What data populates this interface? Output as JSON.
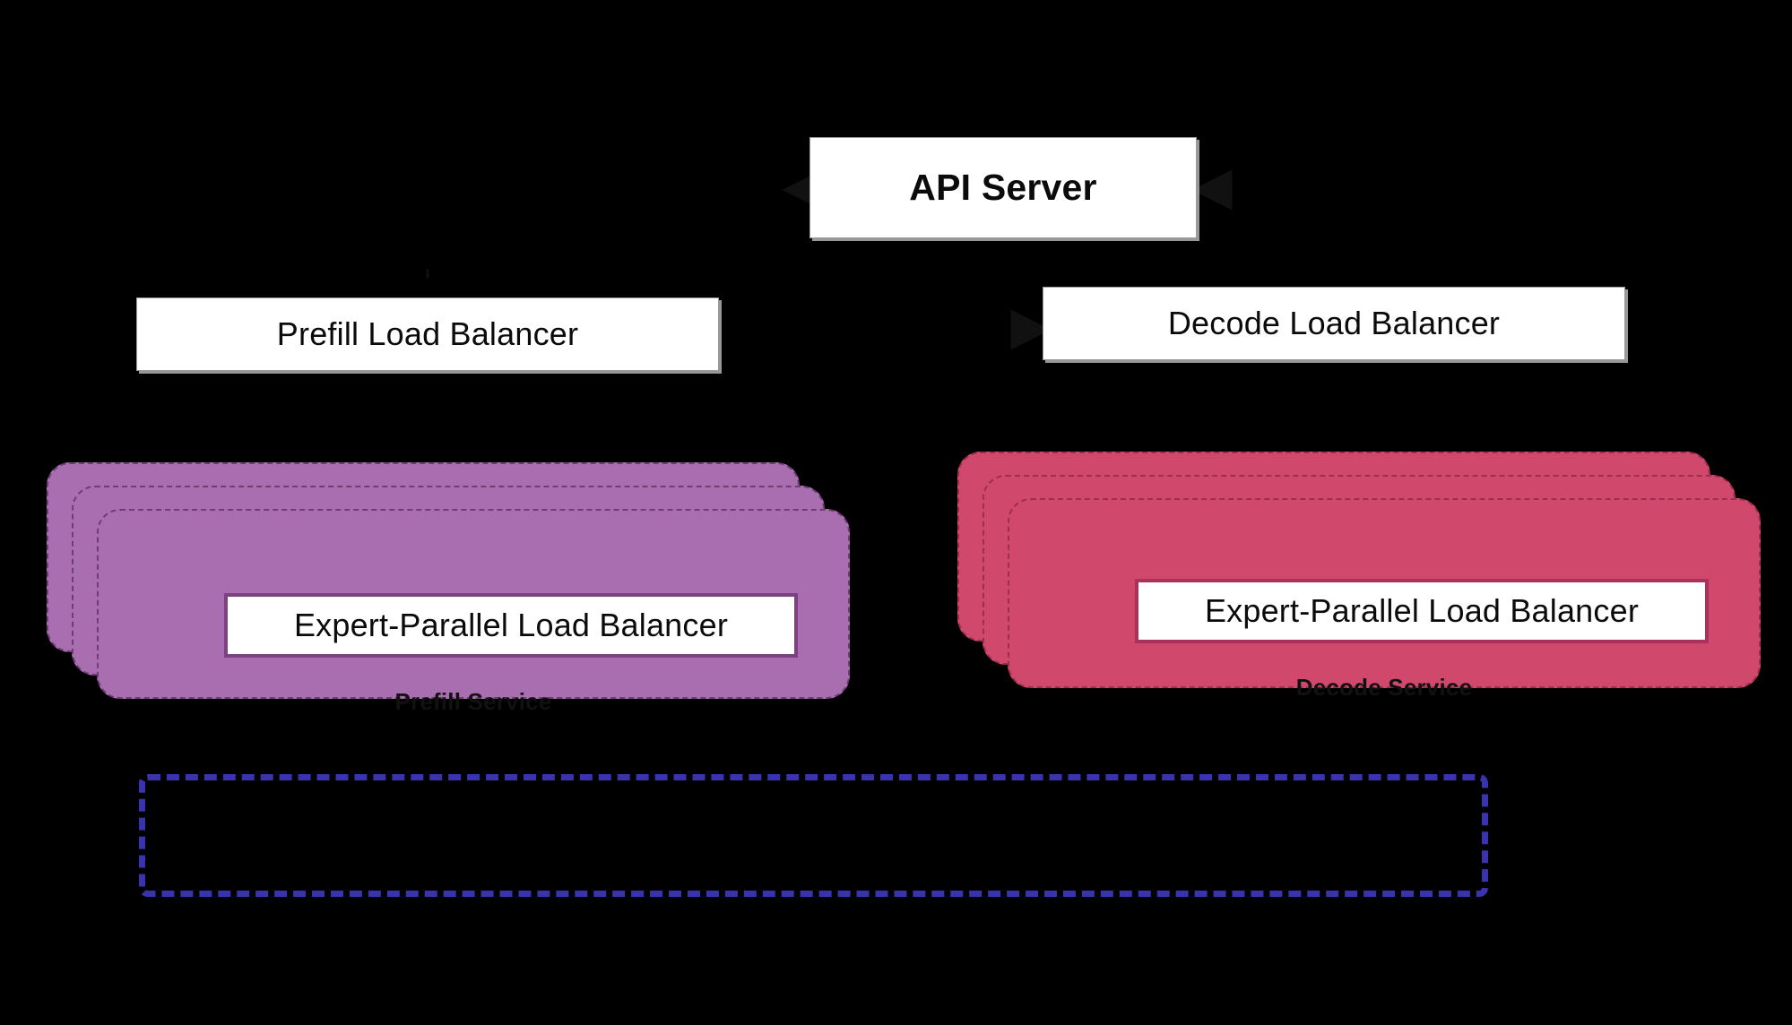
{
  "diagram": {
    "background_color": "#000000",
    "title_none": "",
    "nodes": {
      "api_server": {
        "label": "API Server"
      },
      "prefill_load_balancer": {
        "label": "Prefill Load Balancer"
      },
      "decode_load_balancer": {
        "label": "Decode Load Balancer"
      },
      "prefill_service": {
        "service_label": "Prefill Service",
        "inner_label": "Expert-Parallel Load Balancer",
        "replica_count": 3,
        "fill_color": "#a96eb0",
        "border_color": "#6f3d75"
      },
      "decode_service": {
        "service_label": "Decode Service",
        "inner_label": "Expert-Parallel Load Balancer",
        "replica_count": 3,
        "fill_color": "#d0496c",
        "border_color": "#9b2f4c"
      },
      "bottom_group": {
        "label": "",
        "border_color": "#3a33b0"
      }
    },
    "edges": [
      {
        "name": "api-server-to-prefill-load-balancer",
        "from": "api_server",
        "to": "prefill_load_balancer",
        "label": ""
      },
      {
        "name": "api-server-to-decode-load-balancer",
        "from": "api_server",
        "to": "decode_load_balancer",
        "label": ""
      },
      {
        "name": "prefill-load-balancer-to-prefill-service",
        "from": "prefill_load_balancer",
        "to": "prefill_service",
        "label": ""
      },
      {
        "name": "decode-load-balancer-to-decode-service",
        "from": "decode_load_balancer",
        "to": "decode_service",
        "label": ""
      }
    ]
  }
}
